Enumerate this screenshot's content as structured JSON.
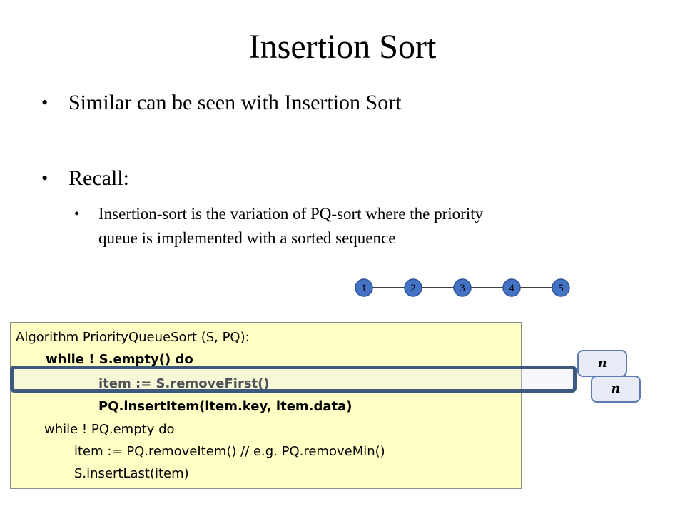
{
  "slide": {
    "title": "Insertion Sort",
    "bullets": [
      "Similar can be seen with Insertion Sort",
      "Recall:"
    ],
    "sub_bullet": {
      "line1": "Insertion-sort is the variation of PQ-sort where the priority",
      "line2": "queue is implemented with a sorted sequence"
    }
  },
  "sequence": {
    "nodes": [
      "1",
      "2",
      "3",
      "4",
      "5"
    ],
    "node_color": "#4472c4",
    "node_border": "#2f5597"
  },
  "algorithm": {
    "lines": [
      "Algorithm PriorityQueueSort (S, PQ):",
      "while ! S.empty() do",
      "item := S.removeFirst()",
      "PQ.insertItem(item.key, item.data)",
      "while ! PQ.empty do",
      "item := PQ.removeItem()   // e.g. PQ.removeMin()",
      "S.insertLast(item)"
    ],
    "background_color": "#ffffc6"
  },
  "complexity_badges": {
    "first": "n",
    "second": "n"
  },
  "colors": {
    "highlight_border": "#3d5a7e",
    "badge_fill": "#e7ecf6",
    "badge_border": "#5b7bb0"
  }
}
